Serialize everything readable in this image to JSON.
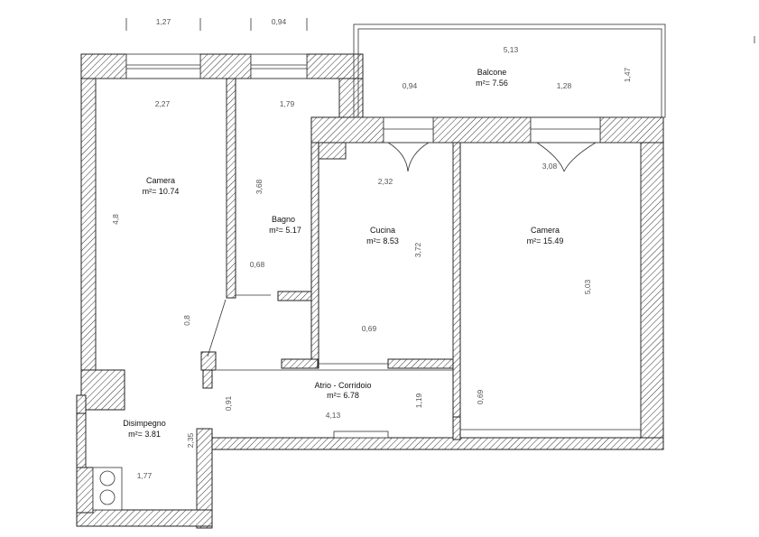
{
  "rooms": {
    "camera_left": {
      "name": "Camera",
      "area": "m²= 10.74"
    },
    "bagno": {
      "name": "Bagno",
      "area": "m²= 5.17"
    },
    "cucina": {
      "name": "Cucina",
      "area": "m²= 8.53"
    },
    "camera_right": {
      "name": "Camera",
      "area": "m²= 15.49"
    },
    "balcone": {
      "name": "Balcone",
      "area": "m²= 7.56"
    },
    "atrio": {
      "name": "Atrio - Corridoio",
      "area": "m²= 6.78"
    },
    "disimpegno": {
      "name": "Disimpegno",
      "area": "m²= 3.81"
    }
  },
  "dims": {
    "top_window_left": "1,27",
    "top_window_right": "0,94",
    "balcone_width": "5,13",
    "balcone_left": "0,94",
    "balcone_right": "1,28",
    "balcone_depth": "1,47",
    "camera_left_width": "2,27",
    "camera_left_depth": "4,8",
    "camera_left_door": "0,8",
    "bagno_width": "1,79",
    "bagno_depth": "3,68",
    "bagno_door": "0,68",
    "cucina_width": "2,32",
    "cucina_depth": "3,72",
    "cucina_door": "0,69",
    "camera_right_width": "3,08",
    "camera_right_depth": "5,03",
    "camera_right_door": "0,69",
    "atrio_width": "4,13",
    "atrio_depth": "1,19",
    "atrio_left": "0,91",
    "disimpegno_height": "2,35",
    "disimpegno_width": "1,77"
  }
}
